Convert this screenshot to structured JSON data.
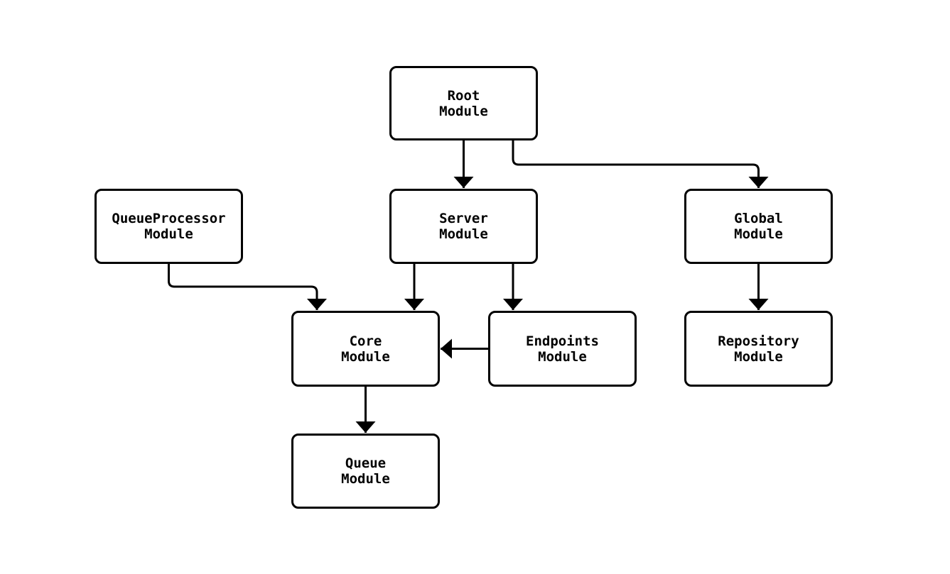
{
  "colors": {
    "background": "#ffffff",
    "node_fill": "#ffffff",
    "node_border": "#000000",
    "edge": "#000000",
    "text": "#000000"
  },
  "diagram": {
    "type": "module-dependency-flowchart",
    "nodes": [
      {
        "id": "root",
        "line1": "Root",
        "line2": "Module"
      },
      {
        "id": "queueprocessor",
        "line1": "QueueProcessor",
        "line2": "Module"
      },
      {
        "id": "server",
        "line1": "Server",
        "line2": "Module"
      },
      {
        "id": "global",
        "line1": "Global",
        "line2": "Module"
      },
      {
        "id": "core",
        "line1": "Core",
        "line2": "Module"
      },
      {
        "id": "endpoints",
        "line1": "Endpoints",
        "line2": "Module"
      },
      {
        "id": "repository",
        "line1": "Repository",
        "line2": "Module"
      },
      {
        "id": "queue",
        "line1": "Queue",
        "line2": "Module"
      }
    ],
    "edges": [
      {
        "from": "Root Module",
        "to": "Server Module"
      },
      {
        "from": "Root Module",
        "to": "Global Module"
      },
      {
        "from": "QueueProcessor Module",
        "to": "Core Module"
      },
      {
        "from": "Server Module",
        "to": "Core Module"
      },
      {
        "from": "Server Module",
        "to": "Endpoints Module"
      },
      {
        "from": "Endpoints Module",
        "to": "Core Module"
      },
      {
        "from": "Global Module",
        "to": "Repository Module"
      },
      {
        "from": "Core Module",
        "to": "Queue Module"
      }
    ]
  }
}
